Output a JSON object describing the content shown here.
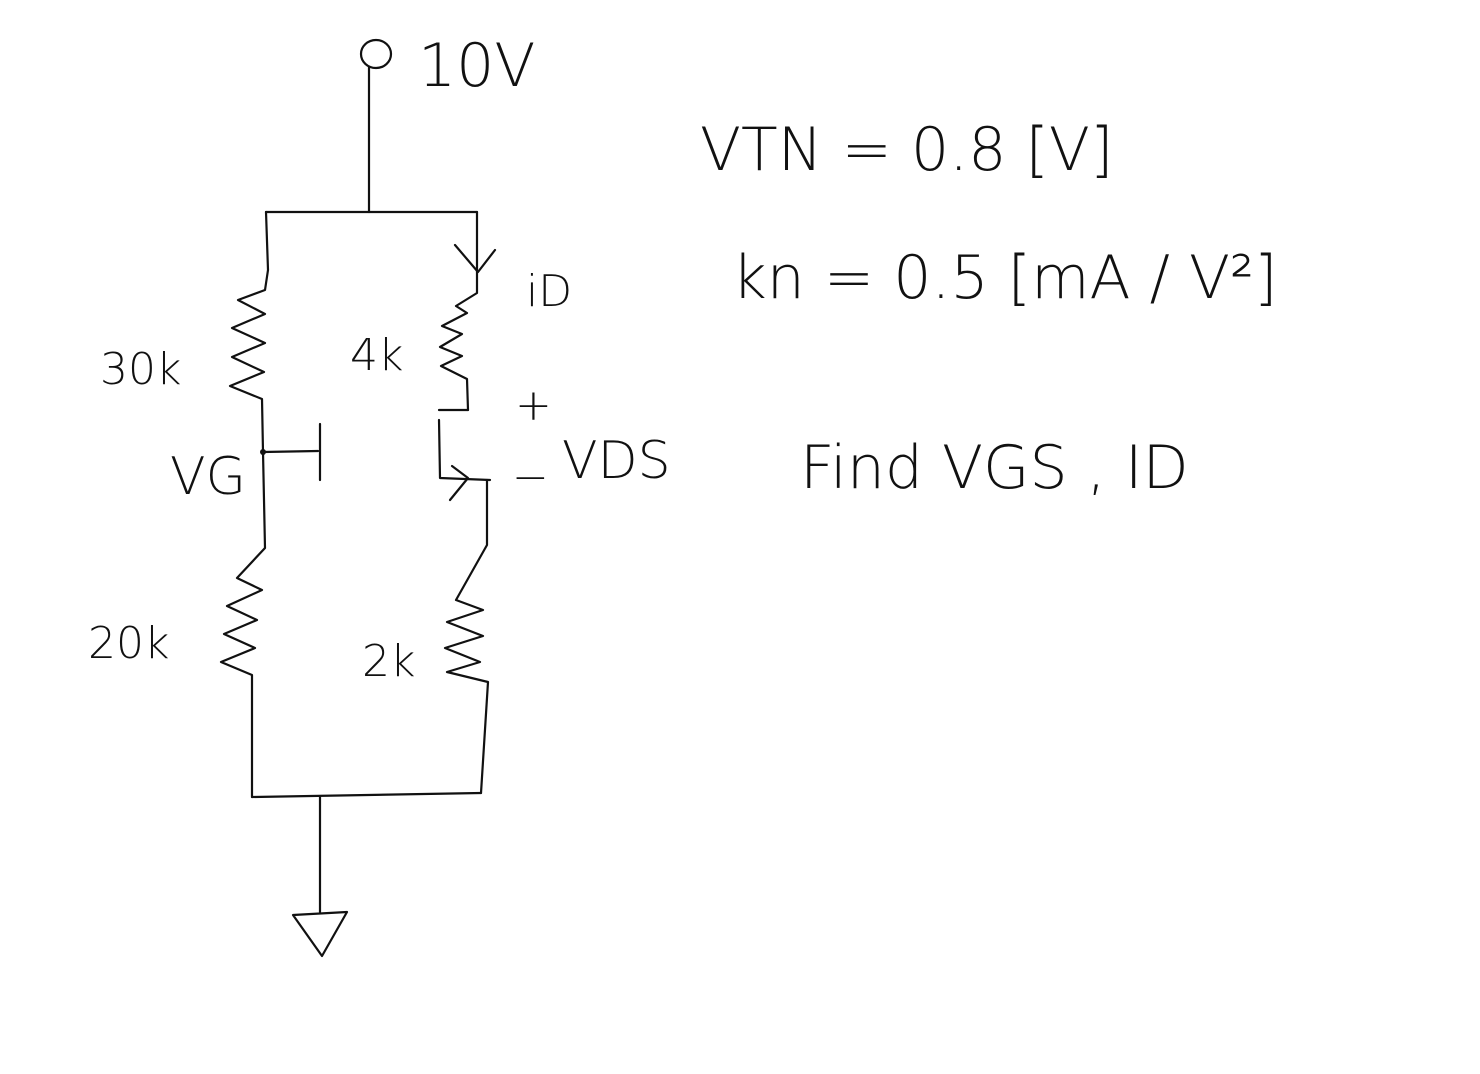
{
  "circuit": {
    "supply_label": "10V",
    "r_gate_top_label": "30k",
    "r_drain_label": "4k",
    "r_gate_bottom_label": "20k",
    "r_source_label": "2k",
    "gate_node_label": "VG",
    "drain_current_label": "iD",
    "vds_plus": "+",
    "vds_minus": "−",
    "vds_label": "VDS"
  },
  "givens": {
    "vtn": "VTN = 0.8 [V]",
    "kn": "kn = 0.5 [mA / V²]"
  },
  "question": {
    "text": "Find VGS , ID"
  }
}
